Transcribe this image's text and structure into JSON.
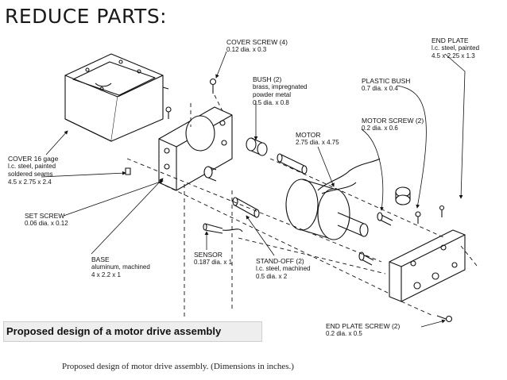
{
  "slide": {
    "title": "REDUCE PARTS:",
    "caption": "Proposed design of a motor drive assembly",
    "figure_caption": "Proposed design of motor drive assembly. (Dimensions in inches.)"
  },
  "labels": {
    "cover_screw": {
      "name": "COVER SCREW (4)",
      "spec": "0.12 dia. x 0.3"
    },
    "bush": {
      "name": "BUSH (2)",
      "spec1": "brass, impregnated",
      "spec2": "powder metal",
      "spec3": "0.5 dia. x 0.8"
    },
    "end_plate": {
      "name": "END PLATE",
      "spec1": "l.c. steel, painted",
      "spec2": "4.5 x 2.25 x 1.3"
    },
    "plastic_bush": {
      "name": "PLASTIC BUSH",
      "spec": "0.7 dia. x 0.4"
    },
    "motor_screw": {
      "name": "MOTOR SCREW (2)",
      "spec": "0.2 dia. x 0.6"
    },
    "motor": {
      "name": "MOTOR",
      "spec": "2.75 dia. x 4.75"
    },
    "cover": {
      "name": "COVER 16 gage",
      "spec1": "l.c. steel, painted",
      "spec2": "soldered seams",
      "spec3": "4.5 x 2.75 x 2.4"
    },
    "set_screw": {
      "name": "SET SCREW",
      "spec": "0.06 dia. x 0.12"
    },
    "base": {
      "name": "BASE",
      "spec1": "aluminum, machined",
      "spec2": "4 x 2.2 x 1"
    },
    "sensor": {
      "name": "SENSOR",
      "spec": "0.187 dia. x 1"
    },
    "standoff": {
      "name": "STAND-OFF (2)",
      "spec1": "l.c. steel, machined",
      "spec2": "0.5 dia. x 2"
    },
    "end_plate_screw": {
      "name": "END PLATE SCREW (2)",
      "spec": "0.2 dia. x 0.5"
    }
  }
}
